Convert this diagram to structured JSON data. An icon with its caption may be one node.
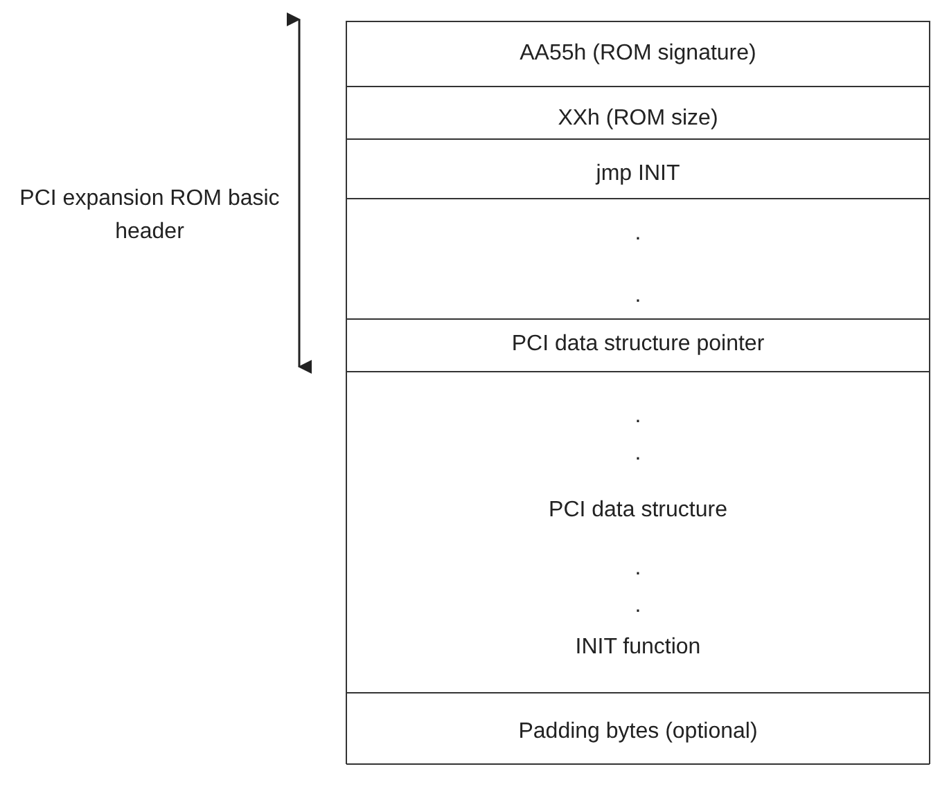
{
  "diagram": {
    "nodes": [
      {
        "text": [
          "AA55h (ROM signature)"
        ]
      },
      {
        "text": [
          "XXh (ROM size)"
        ]
      },
      {
        "text": [
          "jmp INIT"
        ]
      },
      {
        "text": [
          ".",
          "."
        ]
      },
      {
        "text": [
          "PCI data structure pointer"
        ]
      },
      {
        "text": [
          ".",
          ".",
          "PCI data structure",
          ".",
          ".",
          "INIT function"
        ]
      },
      {
        "text": [
          "Padding bytes (optional)"
        ]
      }
    ],
    "edges": [],
    "labels": [
      "PCI expansion ROM basic header"
    ]
  }
}
